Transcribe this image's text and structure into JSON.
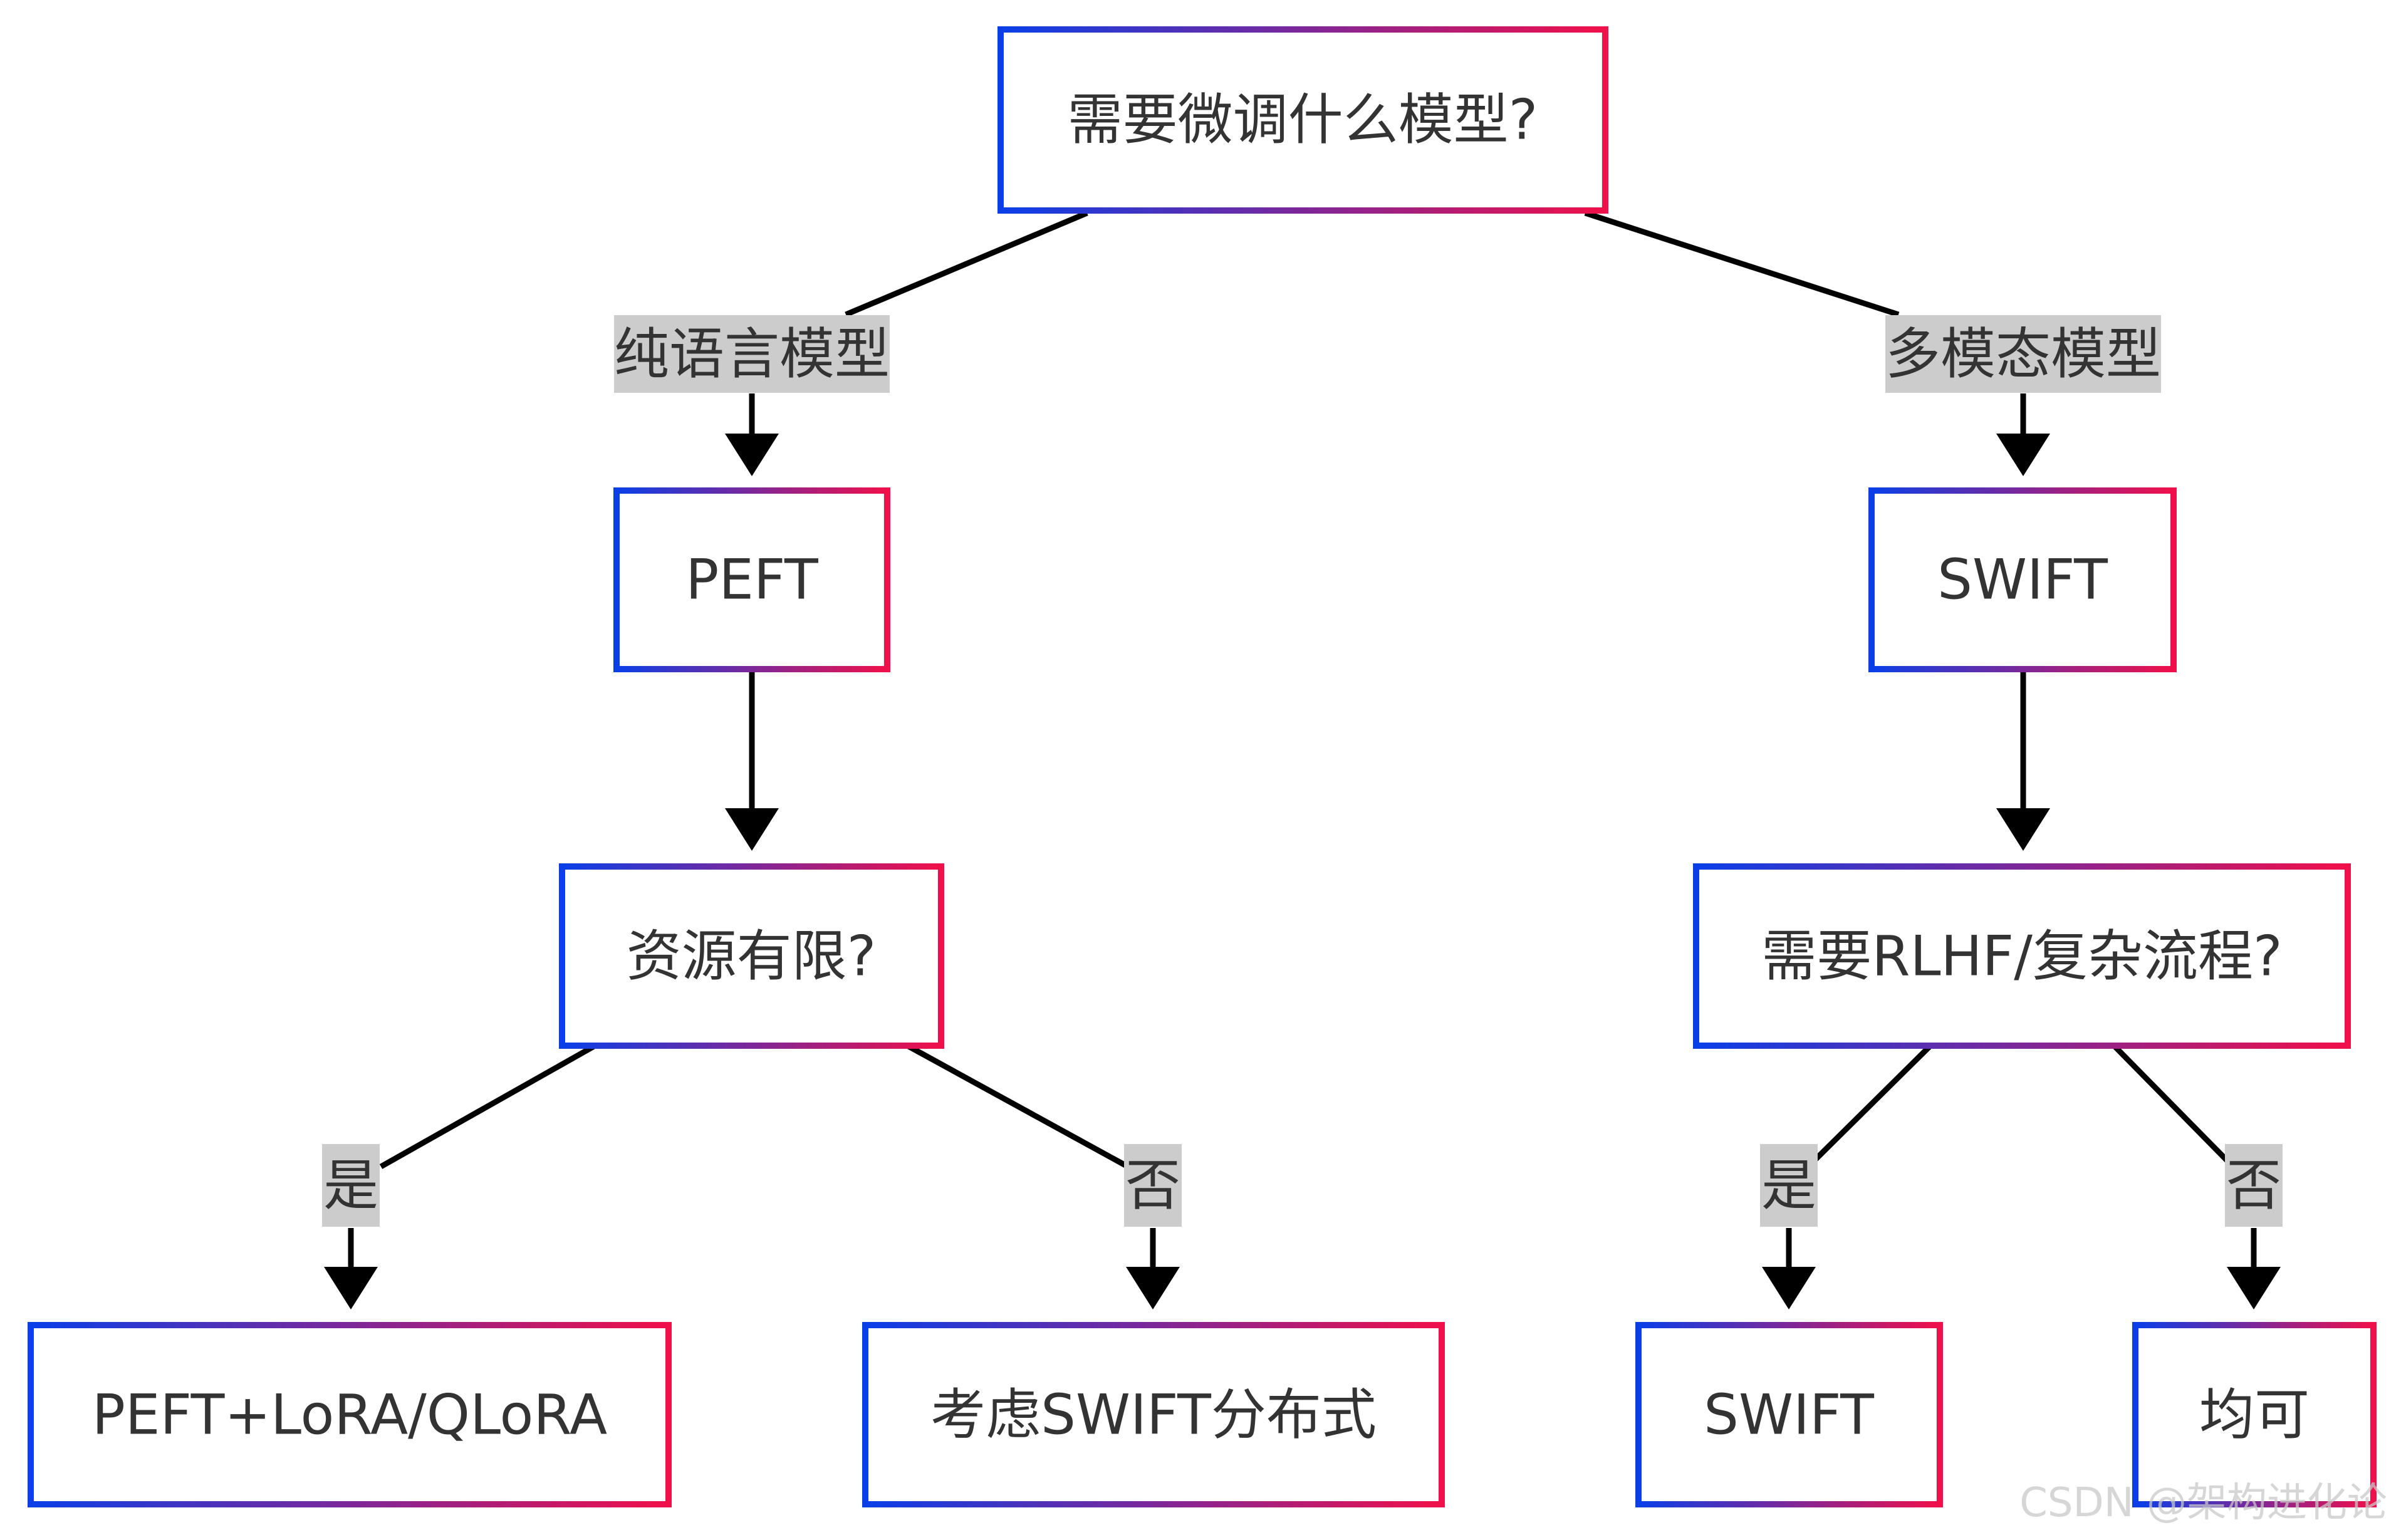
{
  "nodes": {
    "root": "需要微调什么模型?",
    "peft": "PEFT",
    "swift": "SWIFT",
    "resource_limited": "资源有限?",
    "rlhf": "需要RLHF/复杂流程?",
    "peft_lora": "PEFT+LoRA/QLoRA",
    "swift_distributed": "考虑SWIFT分布式",
    "swift_leaf": "SWIFT",
    "either": "均可"
  },
  "edges": {
    "root_to_peft": "纯语言模型",
    "root_to_swift": "多模态模型",
    "resource_yes": "是",
    "resource_no": "否",
    "rlhf_yes": "是",
    "rlhf_no": "否"
  },
  "colors": {
    "border_gradient_start": "#0a3fe8",
    "border_gradient_end": "#f0104a",
    "edge": "#000000",
    "label_background": "#cccccc",
    "text": "#333333"
  },
  "watermark": "CSDN @架构进化论"
}
